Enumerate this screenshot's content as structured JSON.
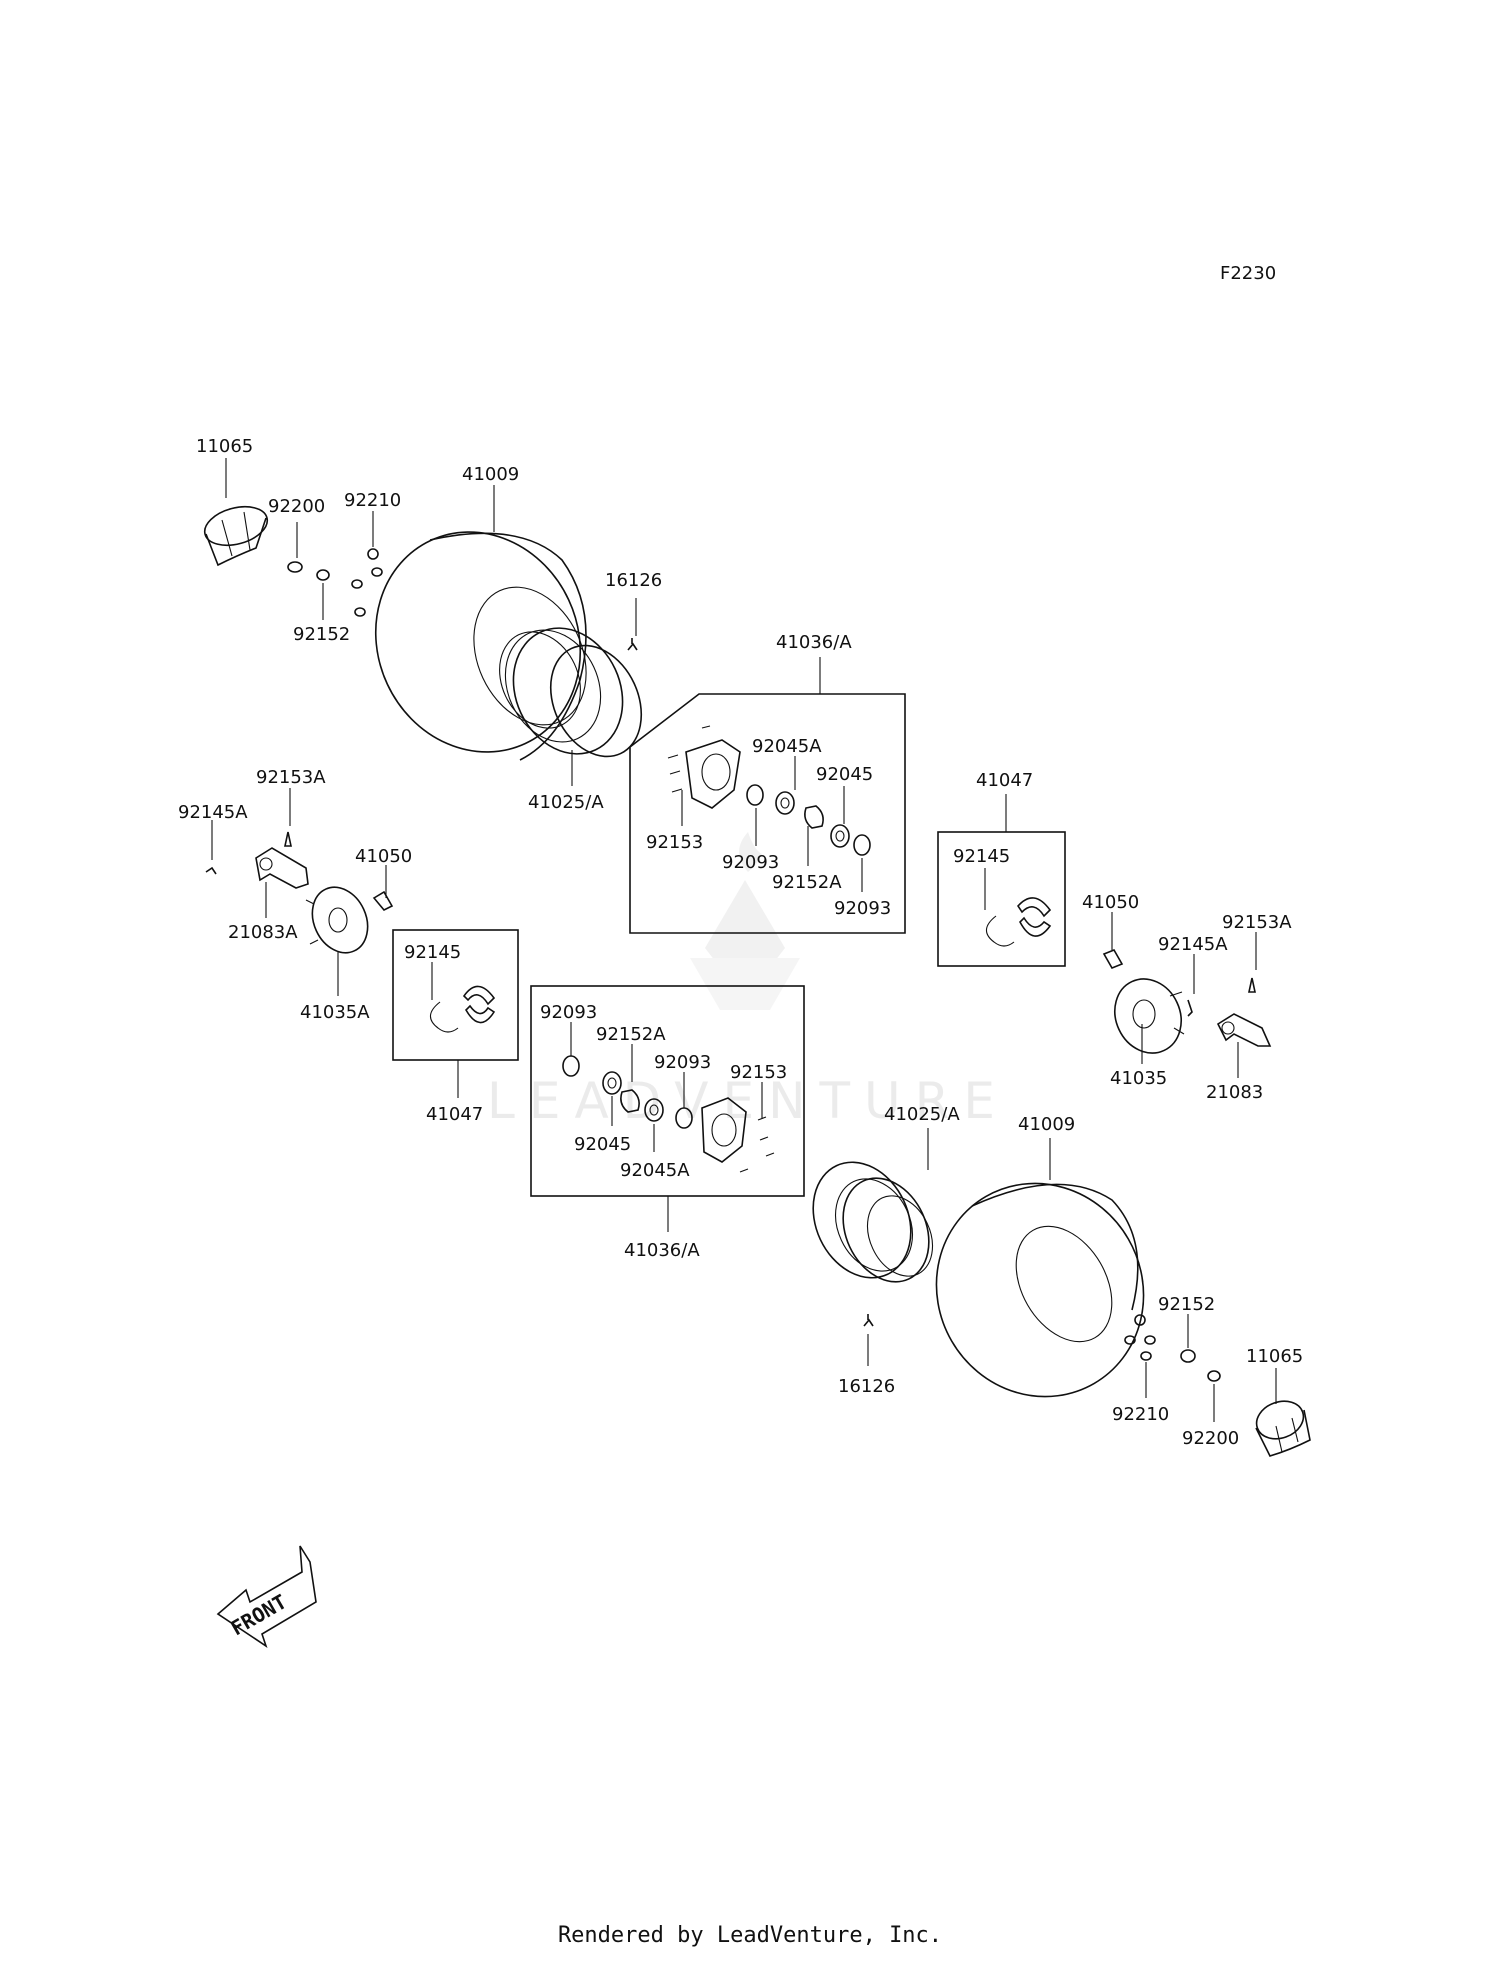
{
  "diagram_code": "F2230",
  "watermark": "LEADVENTURE",
  "front_label": "FRONT",
  "footer": "Rendered by LeadVenture, Inc.",
  "labels": {
    "l11065a": "11065",
    "l41009a": "41009",
    "l92200a": "92200",
    "l92210a": "92210",
    "l92152a": "92152",
    "l16126a": "16126",
    "l41036a_top": "41036/A",
    "l41025a": "41025/A",
    "l92045Aa": "92045A",
    "l92045a": "92045",
    "l92153a": "92153",
    "l92093a": "92093",
    "l92152Aa": "92152A",
    "l92093b": "92093",
    "l41047a": "41047",
    "l92145a": "92145",
    "l92153Aa": "92153A",
    "l92145Aa": "92145A",
    "l41050a": "41050",
    "l21083Aa": "21083A",
    "l41035Aa": "41035A",
    "l92145b": "92145",
    "l41047b": "41047",
    "l92093c": "92093",
    "l92152Ab": "92152A",
    "l92093d": "92093",
    "l92153b": "92153",
    "l92045b": "92045",
    "l92045Ab": "92045A",
    "l41036a_bottom": "41036/A",
    "l41025b": "41025/A",
    "l41009b": "41009",
    "l41050b": "41050",
    "l92145Ab": "92145A",
    "l92153Ab": "92153A",
    "l41035": "41035",
    "l21083": "21083",
    "l92152b": "92152",
    "l11065b": "11065",
    "l16126b": "16126",
    "l92210b": "92210",
    "l92200b": "92200"
  }
}
